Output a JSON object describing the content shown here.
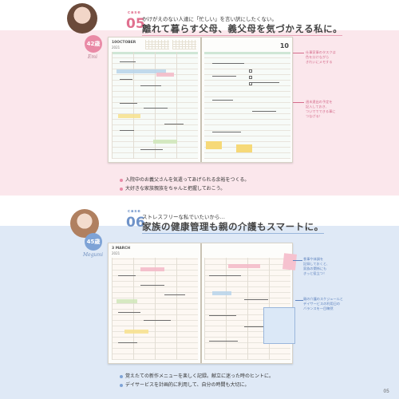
{
  "case1": {
    "label": "case",
    "number": "05",
    "age": "42歳",
    "name": "Emi",
    "lead": "かけがえのない人達に「忙しい」を言い訳にしたくない。",
    "headline": "離れて暮らす父母、義父母を気づかえる私に。",
    "planner": {
      "month": "10OCTOBER",
      "year": "2021",
      "day": "10"
    },
    "notes": [
      "仕事家事のタスクは\n色を分けながら\nきれいにメモする",
      "週末遠出の予定を\n記入しておき、\nついででできる事に\nつなげる！"
    ],
    "bullets": [
      "入院中のお義父さんを気遣ってあげられる余裕をつくる。",
      "大好きな家族親族をちゃんと把握しておこう。"
    ]
  },
  "case2": {
    "label": "case",
    "number": "06",
    "age": "45歳",
    "name": "Megumi",
    "lead": "ストレスフリーな私でいたいから…",
    "headline": "家族の健康管理も親の介護もスマートに。",
    "planner": {
      "month": "3 MARCH",
      "year": "2021"
    },
    "notes": [
      "食事や体調を\n記録しておくと、\n家族の関係にも\nきっと役立つ！",
      "親の介護のスケジュールと\nデイサービスの利用日の\nバランスを一目瞭然"
    ],
    "bullets": [
      "覚えたての新作メニューを楽しく記録。献立に迷った時のヒントに。",
      "デイサービスを計画的に利用して、自分の時間も大切に。"
    ]
  },
  "page_number": "05",
  "colors": {
    "pink": "#e98aa6",
    "blue": "#7ea3d6",
    "pink_bg": "#fbe7ec",
    "blue_bg": "#dfe9f6"
  }
}
